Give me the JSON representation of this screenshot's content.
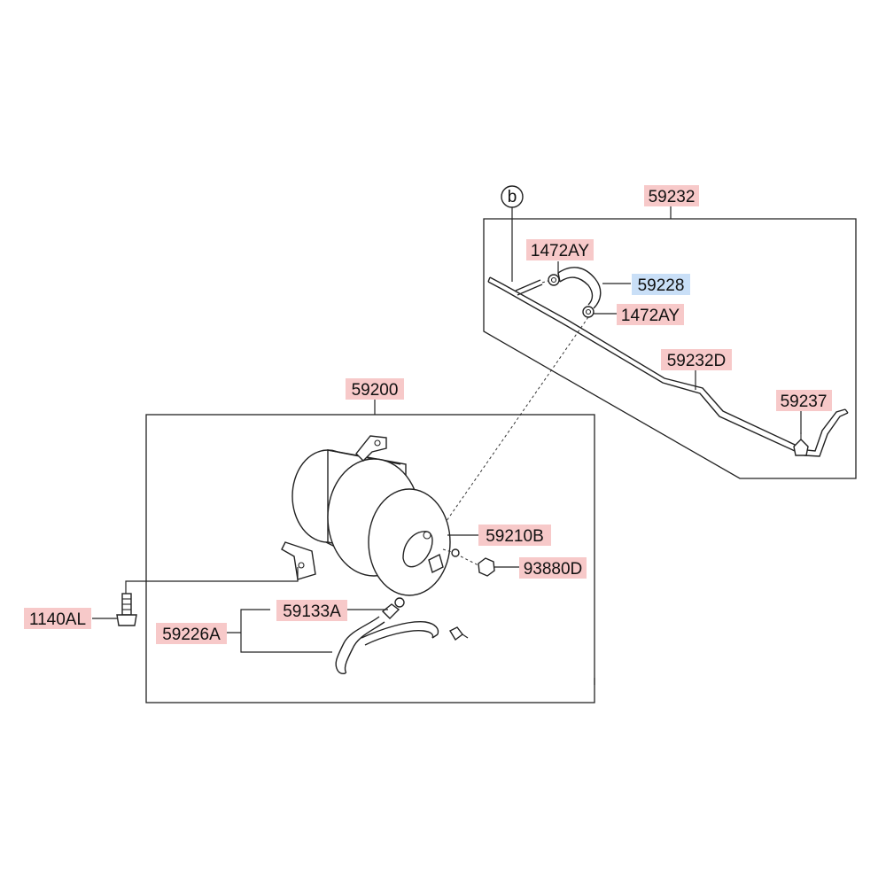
{
  "colors": {
    "label_highlight": "#f7c9c9",
    "label_selected": "#c9dff7",
    "line": "#222222"
  },
  "callouts": {
    "ref_b": "b"
  },
  "labels": [
    {
      "id": "lbl-59232",
      "text": "59232",
      "style": "highlight"
    },
    {
      "id": "lbl-1472AY-top",
      "text": "1472AY",
      "style": "highlight"
    },
    {
      "id": "lbl-59228",
      "text": "59228",
      "style": "selected"
    },
    {
      "id": "lbl-1472AY-mid",
      "text": "1472AY",
      "style": "highlight"
    },
    {
      "id": "lbl-59232D",
      "text": "59232D",
      "style": "highlight"
    },
    {
      "id": "lbl-59237",
      "text": "59237",
      "style": "highlight"
    },
    {
      "id": "lbl-59200",
      "text": "59200",
      "style": "highlight"
    },
    {
      "id": "lbl-59210B",
      "text": "59210B",
      "style": "highlight"
    },
    {
      "id": "lbl-93880D",
      "text": "93880D",
      "style": "highlight"
    },
    {
      "id": "lbl-59133A",
      "text": "59133A",
      "style": "highlight"
    },
    {
      "id": "lbl-59226A",
      "text": "59226A",
      "style": "highlight"
    },
    {
      "id": "lbl-1140AL",
      "text": "1140AL",
      "style": "highlight"
    }
  ]
}
